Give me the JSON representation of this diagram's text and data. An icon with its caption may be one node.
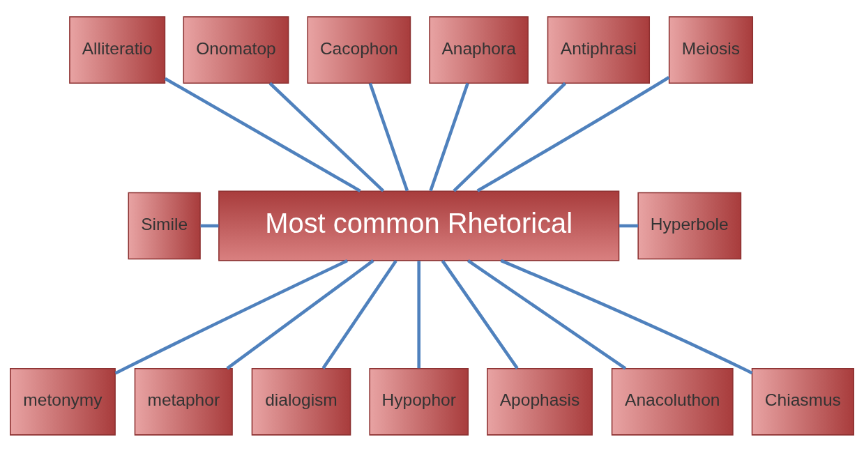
{
  "diagram": {
    "nodes": [
      {
        "text": [
          "Most common Rhetorical"
        ]
      },
      {
        "text": [
          "Simile"
        ]
      },
      {
        "text": [
          "Hyperbole"
        ]
      },
      {
        "text": [
          "Alliteratio"
        ]
      },
      {
        "text": [
          "Onomatop"
        ]
      },
      {
        "text": [
          "Cacophon"
        ]
      },
      {
        "text": [
          "Anaphora"
        ]
      },
      {
        "text": [
          "Antiphrasi"
        ]
      },
      {
        "text": [
          "Meiosis"
        ]
      },
      {
        "text": [
          "metonymy"
        ]
      },
      {
        "text": [
          "metaphor"
        ]
      },
      {
        "text": [
          "dialogism"
        ]
      },
      {
        "text": [
          "Hypophor"
        ]
      },
      {
        "text": [
          "Apophasis"
        ]
      },
      {
        "text": [
          "Anacoluthon"
        ]
      },
      {
        "text": [
          "Chiasmus"
        ]
      }
    ],
    "edges": [
      {
        "from": 1,
        "to": 0,
        "arrow": "none"
      },
      {
        "from": 0,
        "to": 2,
        "arrow": "none"
      },
      {
        "from": 3,
        "to": 0,
        "arrow": "none"
      },
      {
        "from": 4,
        "to": 0,
        "arrow": "none"
      },
      {
        "from": 5,
        "to": 0,
        "arrow": "none"
      },
      {
        "from": 6,
        "to": 0,
        "arrow": "none"
      },
      {
        "from": 7,
        "to": 0,
        "arrow": "none"
      },
      {
        "from": 8,
        "to": 0,
        "arrow": "none"
      },
      {
        "from": 0,
        "to": 9,
        "arrow": "none"
      },
      {
        "from": 0,
        "to": 10,
        "arrow": "none"
      },
      {
        "from": 0,
        "to": 11,
        "arrow": "none"
      },
      {
        "from": 0,
        "to": 12,
        "arrow": "none"
      },
      {
        "from": 0,
        "to": 13,
        "arrow": "none"
      },
      {
        "from": 0,
        "to": 14,
        "arrow": "none"
      },
      {
        "from": 0,
        "to": 15,
        "arrow": "none"
      }
    ]
  }
}
